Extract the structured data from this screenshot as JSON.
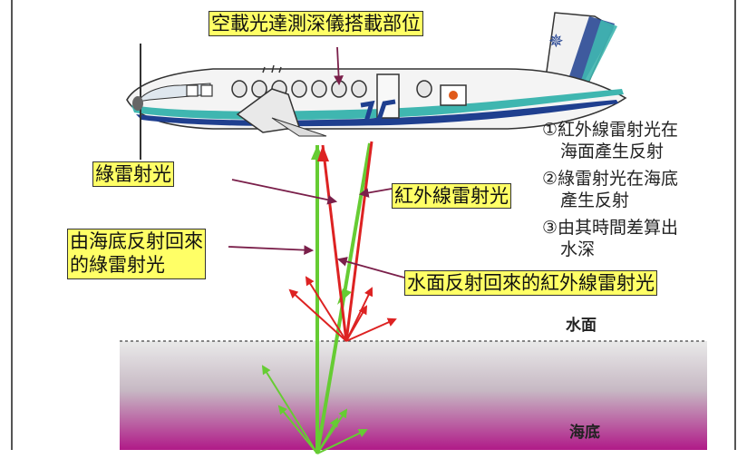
{
  "labels": {
    "title": "空載光達測深儀搭載部位",
    "green_laser": "綠雷射光",
    "ir_laser": "紅外線雷射光",
    "seabed_reflect_1": "由海底反射回來",
    "seabed_reflect_2": "的綠雷射光",
    "surface_reflect": "水面反射回來的紅外線雷射光"
  },
  "notes": [
    "①紅外線雷射光在",
    "海面產生反射",
    "②綠雷射光在海底",
    "產生反射",
    "③由其時間差算出",
    "水深"
  ],
  "surface_labels": {
    "water_surface": "水面",
    "seabed": "海底"
  },
  "colors": {
    "label_bg": "#ffff66",
    "green_laser": "#66cc33",
    "ir_laser": "#dd2222",
    "arrow_callout": "#7a1f4a",
    "sea_top": "#e6e6e6",
    "sea_bottom": "#b01a88",
    "fuselage": "#f4f4f4",
    "stripe_teal": "#3fb6b0",
    "stripe_navy": "#1f3f8f"
  }
}
